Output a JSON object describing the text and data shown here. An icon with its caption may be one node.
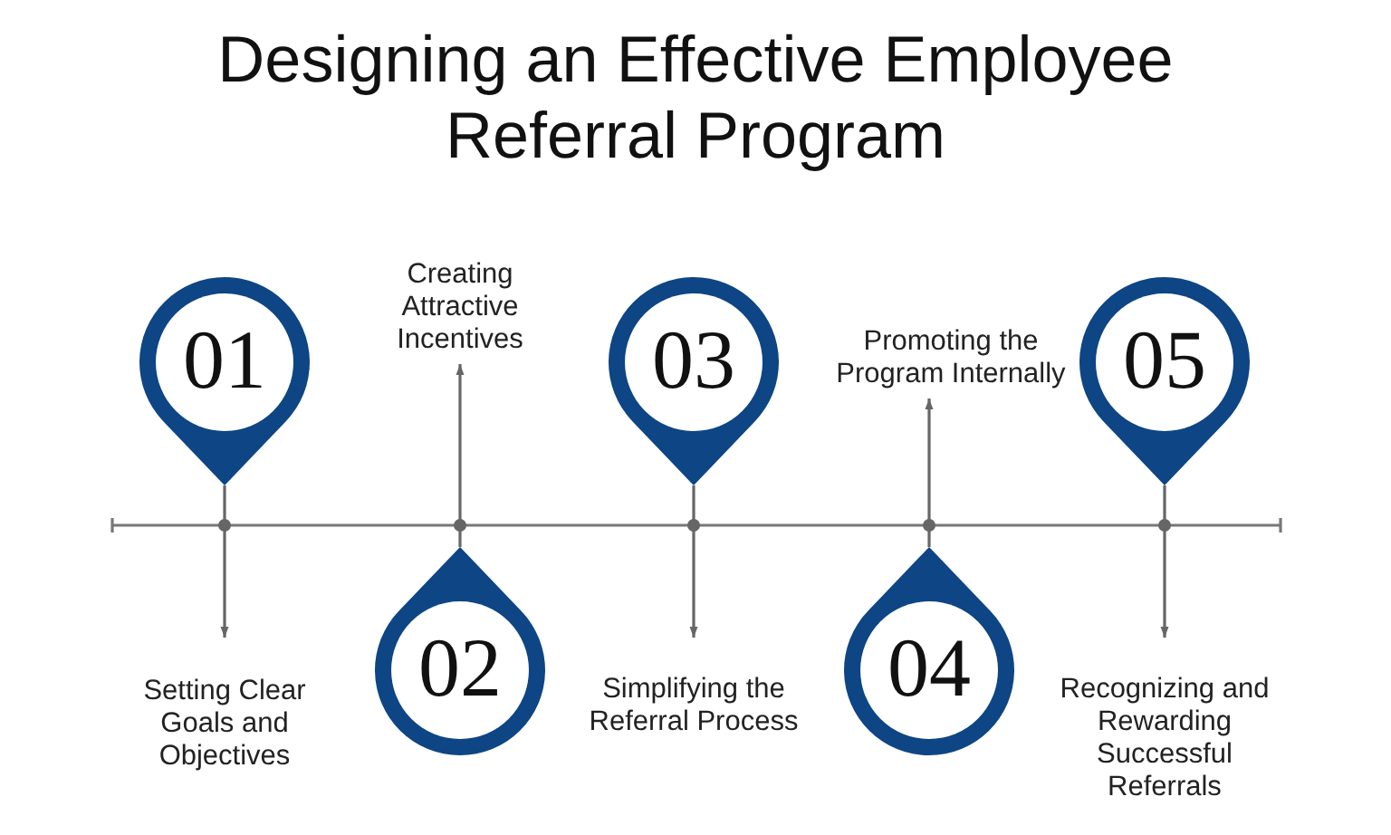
{
  "diagram": {
    "title": "Designing an Effective Employee Referral Program",
    "nodes": [
      {
        "text": [
          "01"
        ]
      },
      {
        "text": [
          "Setting Clear Goals and Objectives"
        ]
      },
      {
        "text": [
          "02"
        ]
      },
      {
        "text": [
          "Creating Attractive Incentives"
        ]
      },
      {
        "text": [
          "03"
        ]
      },
      {
        "text": [
          "Simplifying the Referral Process"
        ]
      },
      {
        "text": [
          "04"
        ]
      },
      {
        "text": [
          "Promoting the Program Internally"
        ]
      },
      {
        "text": [
          "05"
        ]
      },
      {
        "text": [
          "Recognizing and Rewarding Successful Referrals"
        ]
      }
    ],
    "edges": [
      {
        "from": 0,
        "to": 1,
        "arrow": "to"
      },
      {
        "from": 2,
        "to": 3,
        "arrow": "to"
      },
      {
        "from": 4,
        "to": 5,
        "arrow": "to"
      },
      {
        "from": 6,
        "to": 7,
        "arrow": "to"
      },
      {
        "from": 8,
        "to": 9,
        "arrow": "to"
      }
    ]
  }
}
